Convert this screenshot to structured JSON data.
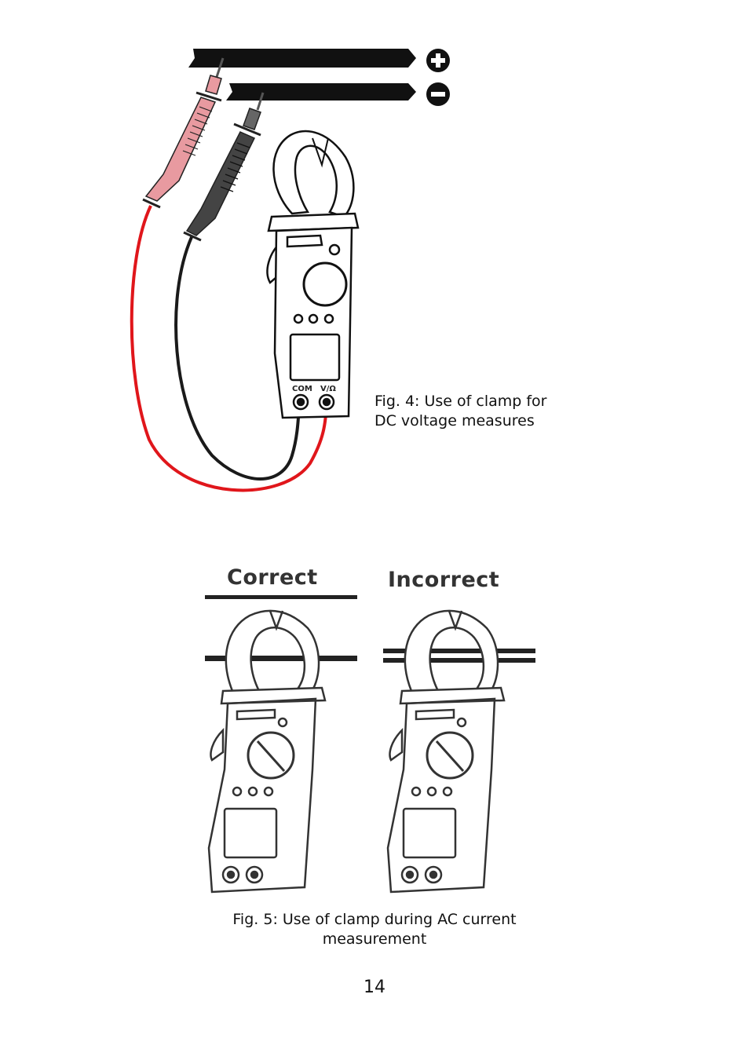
{
  "figure4": {
    "caption_line1": "Fig.  4: Use of clamp for",
    "caption_line2": "DC voltage measures",
    "terminal_com": "COM",
    "terminal_v": "V/Ω",
    "polarity_icons": [
      "plus-icon",
      "minus-icon"
    ],
    "lead_colors": {
      "positive": "#e0161b",
      "negative": "#1a1a1a",
      "probe_positive": "#e89aa0"
    }
  },
  "figure5": {
    "label_correct": "Correct",
    "label_incorrect": "Incorrect",
    "caption_line1": "Fig.  5: Use of clamp during AC current",
    "caption_line2": "measurement"
  },
  "page_number": "14"
}
